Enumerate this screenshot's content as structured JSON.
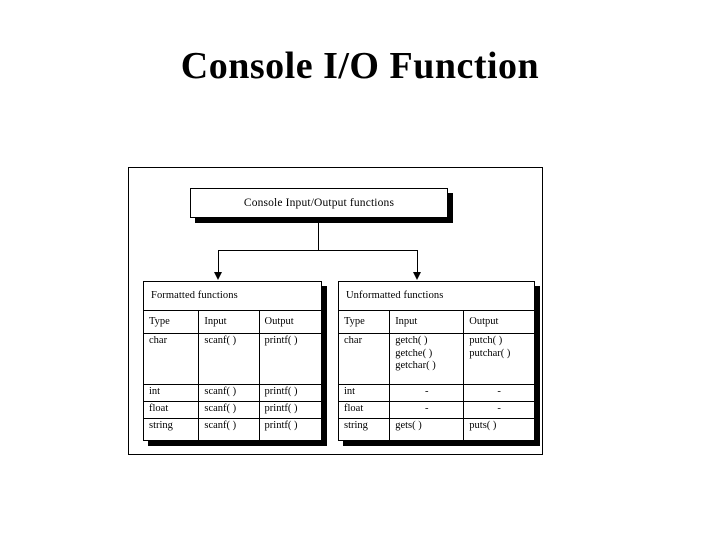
{
  "slide": {
    "title": "Console I/O Function"
  },
  "diagram": {
    "root_node": {
      "label": "Console Input/Output functions"
    },
    "tables": [
      {
        "id": "formatted",
        "caption": "Formatted functions",
        "columns": [
          "Type",
          "Input",
          "Output"
        ],
        "rows": [
          {
            "type": "char",
            "input": [
              "scanf( )"
            ],
            "output": [
              "printf( )"
            ]
          },
          {
            "type": "int",
            "input": [
              "scanf( )"
            ],
            "output": [
              "printf( )"
            ]
          },
          {
            "type": "float",
            "input": [
              "scanf( )"
            ],
            "output": [
              "printf( )"
            ]
          },
          {
            "type": "string",
            "input": [
              "scanf( )"
            ],
            "output": [
              "printf( )"
            ]
          }
        ]
      },
      {
        "id": "unformatted",
        "caption": "Unformatted functions",
        "columns": [
          "Type",
          "Input",
          "Output"
        ],
        "rows": [
          {
            "type": "char",
            "input": [
              "getch( )",
              "getche( )",
              "getchar( )"
            ],
            "output": [
              "putch( )",
              "putchar( )"
            ]
          },
          {
            "type": "int",
            "input": [
              "-"
            ],
            "output": [
              "-"
            ]
          },
          {
            "type": "float",
            "input": [
              "-"
            ],
            "output": [
              "-"
            ]
          },
          {
            "type": "string",
            "input": [
              "gets( )"
            ],
            "output": [
              "puts( )"
            ]
          }
        ]
      }
    ]
  },
  "colors": {
    "ink": "#000000",
    "paper": "#ffffff"
  }
}
